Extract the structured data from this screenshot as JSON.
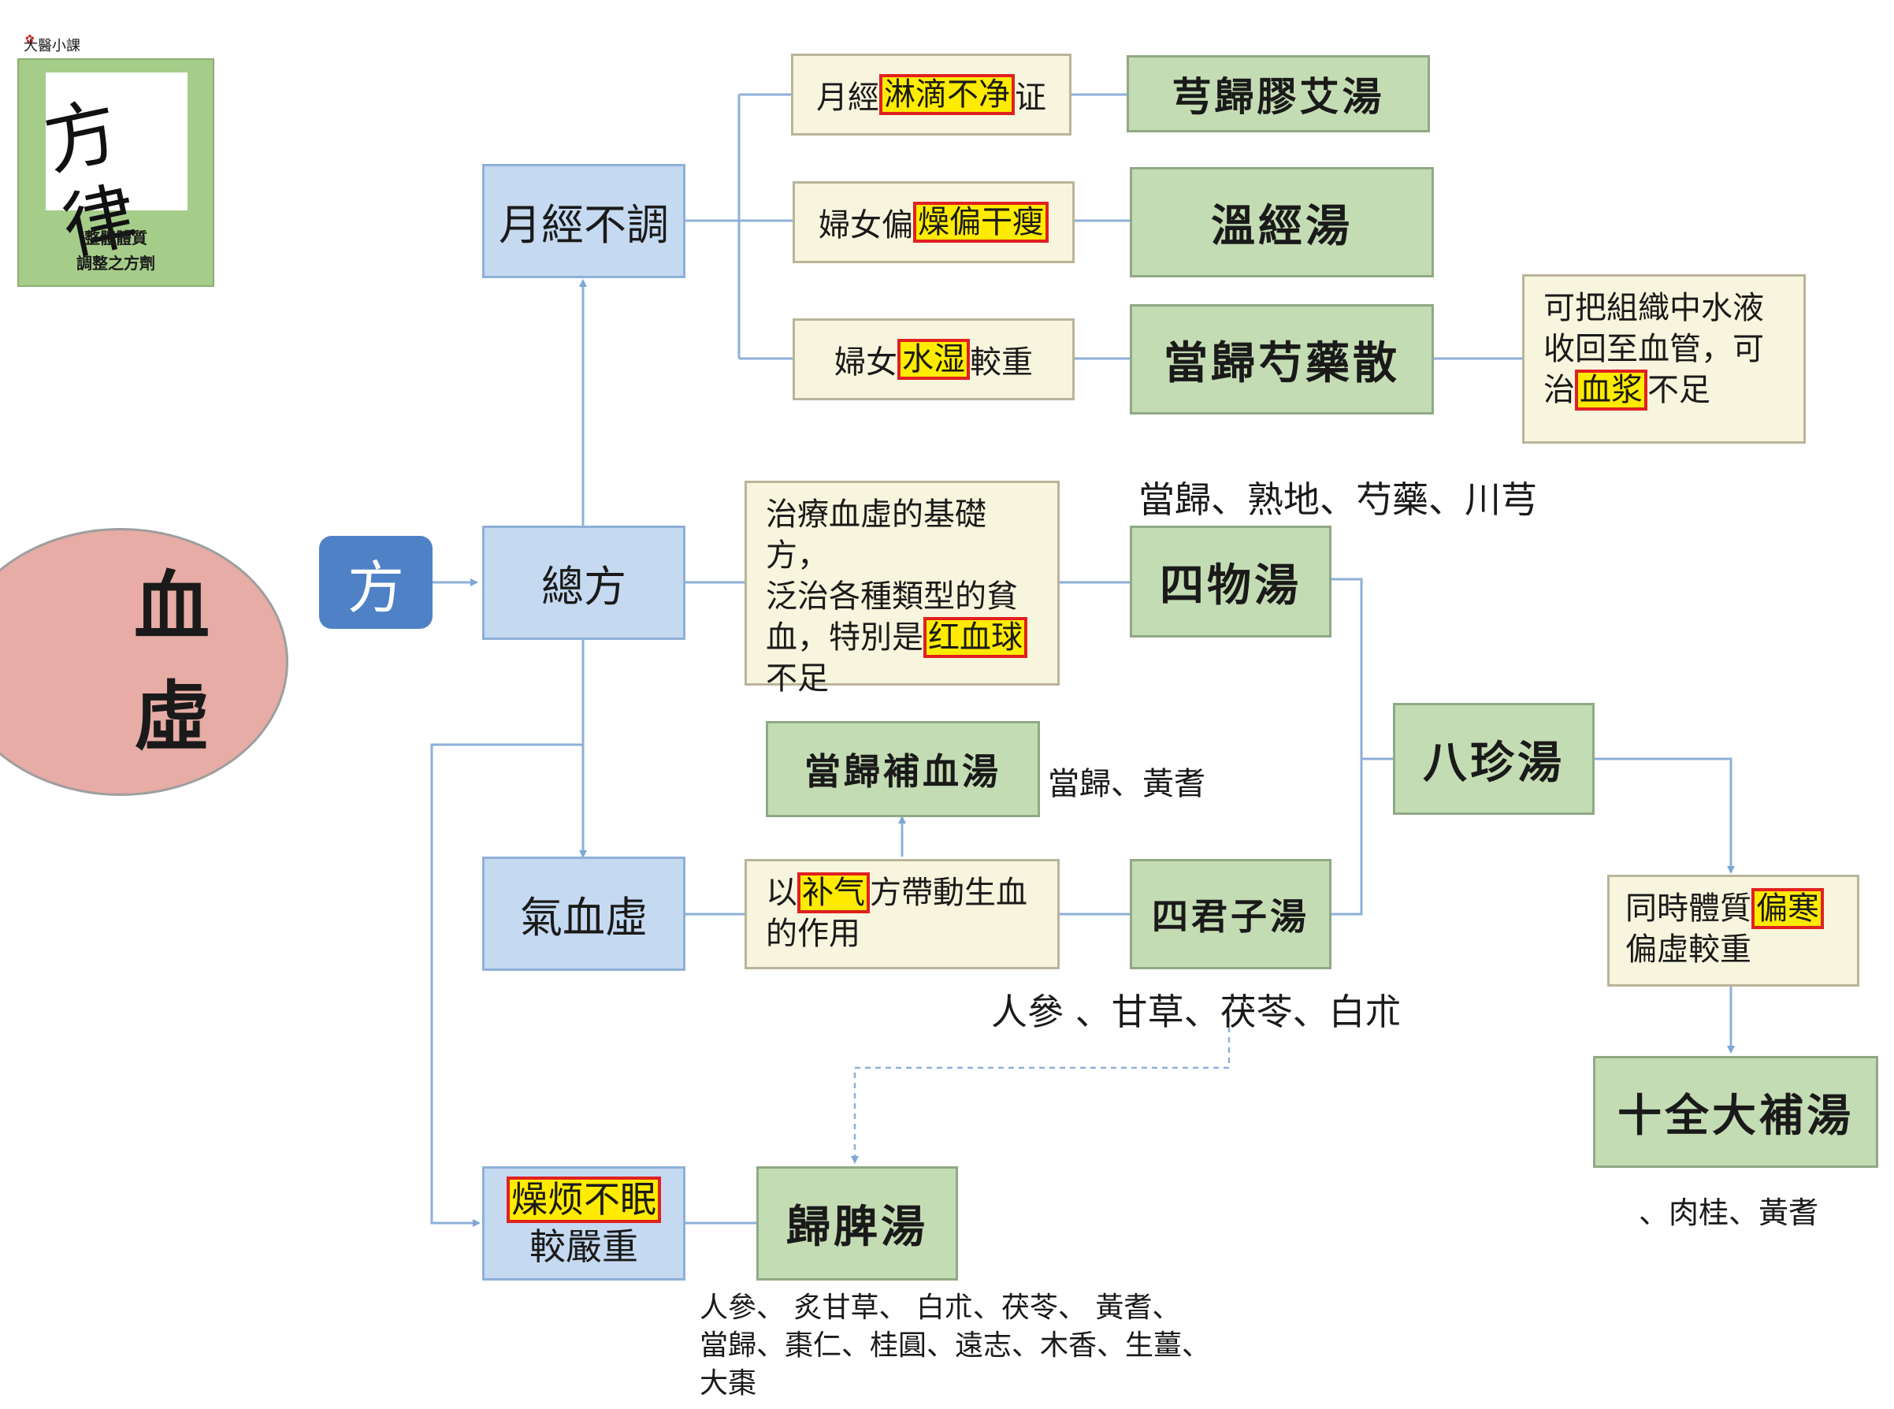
{
  "logo": {
    "brand": "大醫小課",
    "mark": "方律",
    "subtitle_line1": "整體體質",
    "subtitle_line2": "調整之方劑"
  },
  "title": {
    "line1": "血",
    "line2": "虛"
  },
  "fang_label": "方",
  "categories": {
    "menstrual": "月經不調",
    "general": "總方",
    "qi_blood": "氣血虛",
    "insomnia": {
      "highlight": "燥烦不眠",
      "rest": "較嚴重"
    }
  },
  "conditions": {
    "c1": {
      "pre": "月經",
      "highlight": "淋滴不净",
      "post": "证"
    },
    "c2": {
      "pre": "婦女偏",
      "highlight": "燥偏干瘦",
      "post": ""
    },
    "c3": {
      "pre": "婦女",
      "highlight": "水湿",
      "post": "較重"
    },
    "danggui_shaoyao_note": {
      "line1": "可把組織中水液",
      "line2": "收回至血管，可",
      "pre": "治",
      "highlight": "血浆",
      "post": "不足"
    },
    "siwu_note": {
      "line1": "治療血虛的基礎方，",
      "line2": "泛治各種類型的貧",
      "pre": "血，特別是",
      "highlight": "红血球",
      "line4": "不足"
    },
    "buqi_note": {
      "pre": "以",
      "highlight": "补气",
      "post": "方帶動生血",
      "line2": "的作用"
    },
    "bazhen_note": {
      "pre": "同時體質",
      "highlight": "偏寒",
      "line2": "偏虛較重"
    }
  },
  "formulas": {
    "f1": "芎歸膠艾湯",
    "f2": "溫經湯",
    "f3": "當歸芍藥散",
    "f4": "四物湯",
    "f5": "當歸補血湯",
    "f6": "四君子湯",
    "f7": "八珍湯",
    "f8": "十全大補湯",
    "f9": "歸脾湯"
  },
  "ingredients": {
    "siwu": "當歸、熟地、芍藥、川芎",
    "buxue": "當歸、黃耆",
    "sijunzi": "人參 、甘草、茯苓、白朮",
    "shiquan": "、肉桂、黃耆",
    "guipi_line1": "人參、 炙甘草、 白朮、茯苓、 黃耆、",
    "guipi_line2": "當歸、棗仁、桂圓、遠志、木香、生薑、",
    "guipi_line3": "大棗"
  },
  "colors": {
    "category_fill": "#c5d9f1",
    "formula_fill": "#c4dcb3",
    "note_fill": "#f7f5dd",
    "highlight_fill": "#ffeb00",
    "highlight_border": "#e02020",
    "title_fill": "#e6aca5",
    "fang_fill": "#4f81c7",
    "connector": "#8eb0d8"
  }
}
